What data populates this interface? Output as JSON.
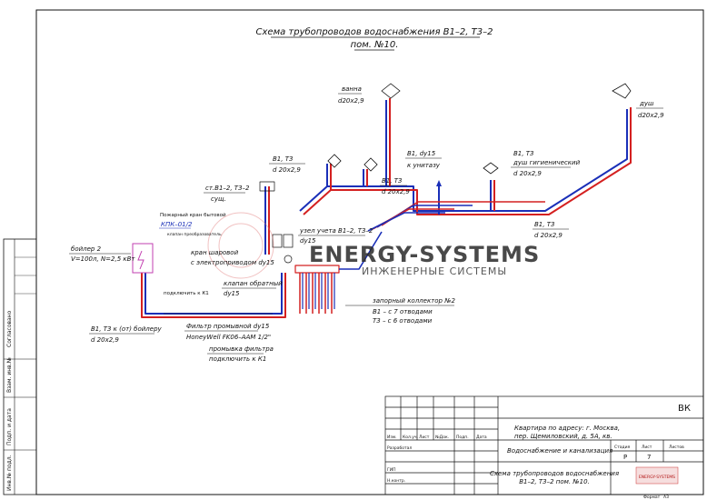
{
  "title": {
    "line1": "Схема трубопроводов водоснабжения В1–2, Т3–2",
    "line2": "пом. №10."
  },
  "labels": {
    "vanna": "ванна",
    "vanna_dim": "d20x2,9",
    "dush": "душ",
    "dush_dim": "d20x2,9",
    "b1t3_left": "В1, Т3",
    "b1t3_left_dim": "d 20x2,9",
    "b1_unitaz": "В1,  dу15",
    "k_unitazu": "к унитазу",
    "b1t3_mid": "В1, Т3",
    "b1t3_mid_dim": "d 20x2,9",
    "b1t3_hyg": "В1, Т3",
    "dush_hyg": "душ гигиенический",
    "dush_hyg_dim": "d 20x2,9",
    "riser": "ст.В1–2, Т3–2",
    "riser_state": "сущ.",
    "fire_valve": "Пожарный кран бытовой",
    "fire_valve_code": "КПК–01/2",
    "valve_reducer_small": "клапан преобразователь",
    "uzel_ucheta": "узел учета  В1–2, Т3–2",
    "uzel_dy": "dу15",
    "kran_line1": "кран шаровой",
    "kran_line2": "с электроприводом dу15",
    "boiler_line1": "бойлер 2",
    "boiler_line2": "V=100л,  N=2,5 кВт",
    "connect_k1": "подключить к К1",
    "check_valve": "клапан обратный",
    "check_valve_dy": "dу15",
    "b1t3_bottom_right": "В1, Т3",
    "b1t3_bottom_right_dim": "d 20x2,9",
    "collector": "запорный коллектор №2",
    "collector_b1": "В1 – с 7 отводами",
    "collector_t3": "Т3 – с 6 отводами",
    "boiler_pipe": "В1, Т3 к (от) бойлеру",
    "boiler_pipe_dim": "d 20x2,9",
    "filter_line1": "Фильтр промывной dу15",
    "filter_line2": "HoneyWell FK06–AAM 1/2\"",
    "flush_line1": "промывка фильтра",
    "flush_line2": "подключить к К1"
  },
  "watermark": {
    "brand": "ENERGY-SYSTEMS",
    "sub": "ИНЖЕНЕРНЫЕ СИСТЕМЫ"
  },
  "left_stamps": [
    "Согласовано",
    "Взам. инв.№",
    "Подп. и дата",
    "Инв.№ подл."
  ],
  "title_block": {
    "code": "ВК",
    "address_line1": "Квартира по адресу:  г. Москва,",
    "address_line2": "пер. Щемиловский, д. 5А, кв.",
    "headers": [
      "Изм.",
      "Кол.уч.",
      "Лист",
      "№Док.",
      "Подп.",
      "Дата"
    ],
    "developed": "Разработал",
    "gip": "ГИП",
    "nkontr": "Н.контр.",
    "section": "Водоснабжение и канализация",
    "stage_label": "Стадия",
    "sheet_label": "Лист",
    "sheets_label": "Листов",
    "stage": "Р",
    "sheet": "7",
    "sheets": "",
    "drawing_line1": "Схема трубопроводов водоснабжения",
    "drawing_line2": "В1–2, Т3–2  пом. №10.",
    "logo_text": "ENERGY-SYSTEMS",
    "format_label": "Формат",
    "format": "А3"
  },
  "colors": {
    "cold": "#1a2fb8",
    "hot": "#d42020",
    "line": "#111111"
  }
}
